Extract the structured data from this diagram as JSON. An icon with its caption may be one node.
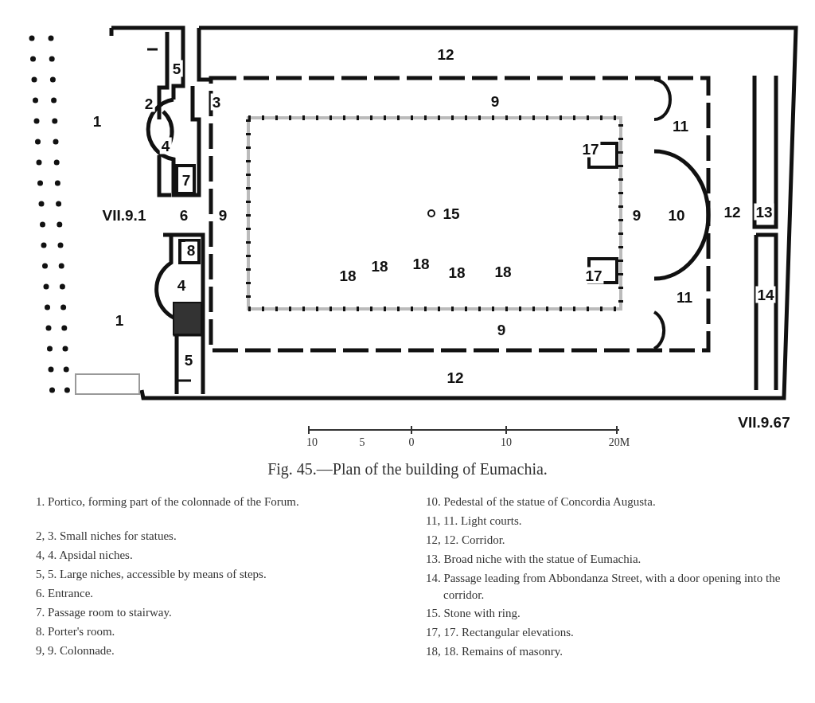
{
  "diagram": {
    "caption": "Fig. 45.—Plan of the building of Eumachia.",
    "labels": [
      "12",
      "5",
      "2",
      "3",
      "9",
      "1",
      "11",
      "4",
      "17",
      "7",
      "VII.9.1",
      "6",
      "9",
      "15",
      "9",
      "10",
      "12",
      "13",
      "8",
      "18",
      "18",
      "18",
      "18",
      "18",
      "17",
      "4",
      "11",
      "14",
      "1",
      "9",
      "5",
      "12",
      "VII.9.67",
      "10",
      "5",
      "0",
      "10",
      "20M",
      "1. Portico, forming part of the colonnade of the Forum.",
      "2, 3. Small niches for statues.",
      "4, 4. Apsidal niches.",
      "5, 5. Large niches, accessible by means of steps.",
      "6. Entrance.",
      "7. Passage room to stairway.",
      "8. Porter's room.",
      "9, 9. Colonnade.",
      "10. Pedestal of the statue of Concordia Augusta.",
      "11, 11. Light courts.",
      "12, 12. Corridor.",
      "13. Broad niche with the statue of Eumachia.",
      "14. Passage leading from Abbondanza Street, with a door opening into the corridor.",
      "15. Stone with ring.",
      "17, 17. Rectangular elevations.",
      "18, 18. Remains of masonry."
    ]
  }
}
